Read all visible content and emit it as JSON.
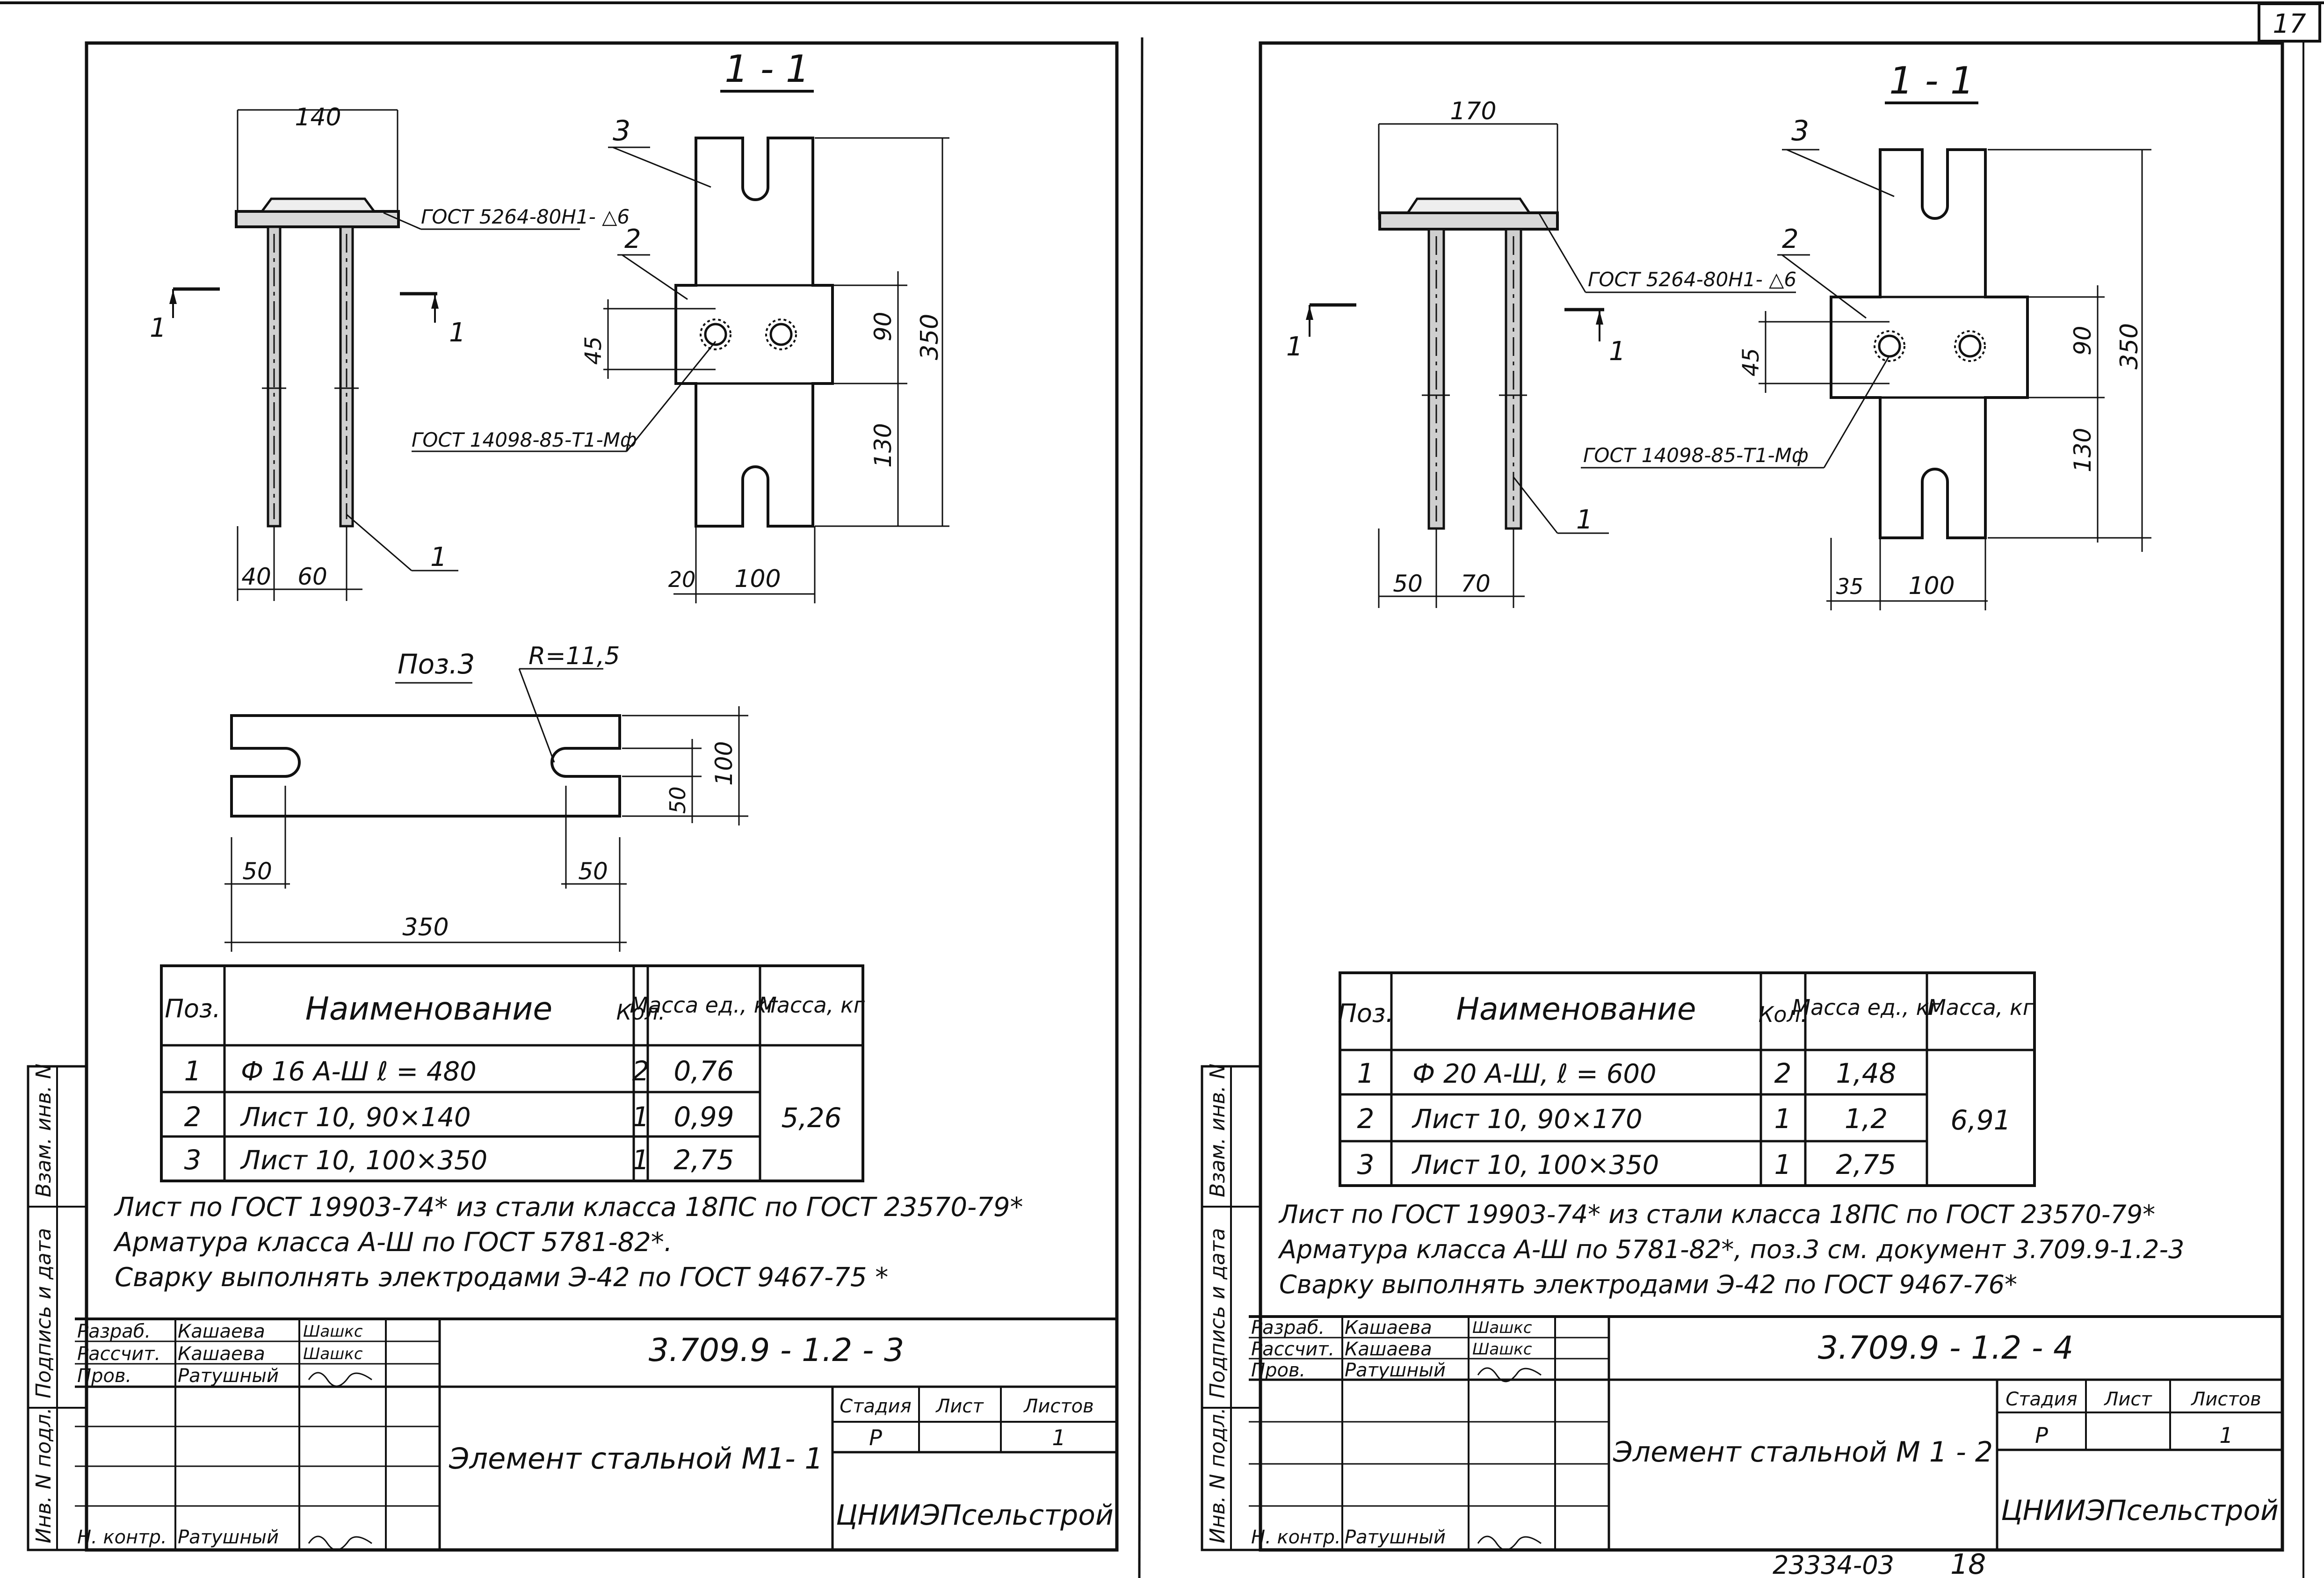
{
  "page_number": "17",
  "footer_number": "23334-03",
  "footer_page": "18",
  "left": {
    "section_label": "1 - 1",
    "cut_label_left": "1",
    "cut_label_right": "1",
    "dims": {
      "plate_width": "140",
      "left_offset": "40",
      "spacing": "60",
      "sheet_height": "350",
      "upper": "90",
      "lower": "130",
      "hole": "45",
      "edge": "20",
      "sheet_width": "100"
    },
    "weld_top": "ГОСТ 5264-80Н1- △6",
    "weld_studs": "ГОСТ 14098-85-Т1-Мф",
    "pos_label_1": "1",
    "pos_label_2": "2",
    "pos_label_3": "3",
    "poz3_title": "Поз.3",
    "radius": "R=11,5",
    "poz3_dims": {
      "length": "350",
      "slot_l": "50",
      "slot_r": "50",
      "height": "100",
      "slot_h": "50"
    },
    "table": {
      "headers": [
        "Поз.",
        "Наименование",
        "Кол.",
        "Масса ед., кг",
        "Масса, кг"
      ],
      "rows": [
        [
          "1",
          "Ф 16 А-Ш  ℓ = 480",
          "2",
          "0,76"
        ],
        [
          "2",
          "Лист 10, 90×140",
          "1",
          "0,99"
        ],
        [
          "3",
          "Лист 10, 100×350",
          "1",
          "2,75"
        ]
      ],
      "total": "5,26"
    },
    "notes": [
      "Лист по ГОСТ 19903-74* из стали класса 18ПС по ГОСТ 23570-79*",
      "Арматура класса А-Ш по ГОСТ 5781-82*.",
      "Сварку выполнять электродами Э-42 по ГОСТ 9467-75 *"
    ],
    "stamp": {
      "roles": [
        "Разраб.",
        "Рассчит.",
        "Пров.",
        "",
        "",
        "",
        "Н. контр."
      ],
      "names": [
        "Кашаева",
        "Кашаева",
        "Ратушный",
        "",
        "",
        "",
        "Ратушный"
      ],
      "signatures": [
        "Шашкс",
        "Шашкс",
        "",
        "",
        "",
        "",
        ""
      ],
      "code": "3.709.9 - 1.2 - 3",
      "title": "Элемент стальной М1- 1",
      "stage_h": "Стадия",
      "sheet_h": "Лист",
      "sheets_h": "Листов",
      "stage": "Р",
      "sheets": "1",
      "org": "ЦНИИЭПсельстрой"
    },
    "side_labels": [
      "Инв. N подл.",
      "Подпись и дата",
      "Взам. инв. N"
    ]
  },
  "right": {
    "section_label": "1 - 1",
    "cut_label_left": "1",
    "cut_label_right": "1",
    "dims": {
      "plate_width": "170",
      "left_offset": "50",
      "spacing": "70",
      "sheet_height": "350",
      "upper": "90",
      "lower": "130",
      "hole": "45",
      "edge": "35",
      "sheet_width": "100"
    },
    "weld_top": "ГОСТ 5264-80Н1- △6",
    "weld_studs": "ГОСТ 14098-85-Т1-Мф",
    "pos_label_1": "1",
    "pos_label_2": "2",
    "pos_label_3": "3",
    "table": {
      "headers": [
        "Поз.",
        "Наименование",
        "Кол.",
        "Масса ед., кг",
        "Масса, кг"
      ],
      "rows": [
        [
          "1",
          "Ф 20 А-Ш, ℓ = 600",
          "2",
          "1,48"
        ],
        [
          "2",
          "Лист 10, 90×170",
          "1",
          "1,2"
        ],
        [
          "3",
          "Лист 10, 100×350",
          "1",
          "2,75"
        ]
      ],
      "total": "6,91"
    },
    "notes": [
      "Лист по ГОСТ 19903-74* из стали класса 18ПС по ГОСТ 23570-79*",
      "Арматура класса А-Ш по 5781-82*, поз.3 см. документ 3.709.9-1.2-3",
      "Сварку выполнять электродами Э-42 по ГОСТ 9467-76*"
    ],
    "stamp": {
      "roles": [
        "Разраб.",
        "Рассчит.",
        "Пров.",
        "",
        "",
        "",
        "Н. контр."
      ],
      "names": [
        "Кашаева",
        "Кашаева",
        "Ратушный",
        "",
        "",
        "",
        "Ратушный"
      ],
      "signatures": [
        "Шашкс",
        "Шашкс",
        "",
        "",
        "",
        "",
        ""
      ],
      "code": "3.709.9 - 1.2 - 4",
      "title": "Элемент стальной М 1 - 2",
      "stage_h": "Стадия",
      "sheet_h": "Лист",
      "sheets_h": "Листов",
      "stage": "Р",
      "sheets": "1",
      "org": "ЦНИИЭПсельстрой"
    },
    "side_labels": [
      "Инв. N подл.",
      "Подпись и дата",
      "Взам. инв. N"
    ]
  }
}
